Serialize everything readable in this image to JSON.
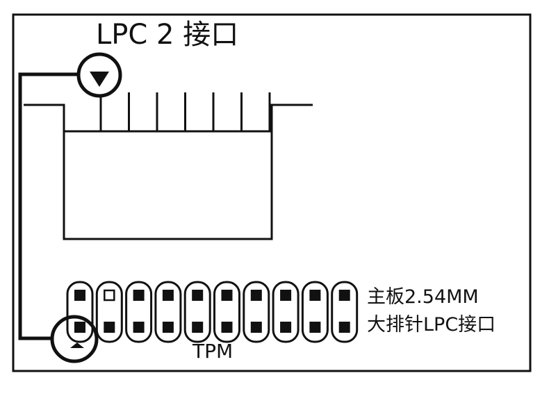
{
  "diagram": {
    "title": "LPC 2 接口",
    "note_line1": "主板2.54MM",
    "note_line2": "大排针LPC接口",
    "chip_label": "TPM",
    "header": {
      "columns": 10,
      "rows": 2,
      "pin1_column": 2,
      "pin1_row": 1
    },
    "socket": {
      "pins": 7
    },
    "colors": {
      "line": "#111111",
      "background": "#ffffff"
    },
    "icons": [
      "triangle-down-icon",
      "triangle-up-icon"
    ]
  }
}
